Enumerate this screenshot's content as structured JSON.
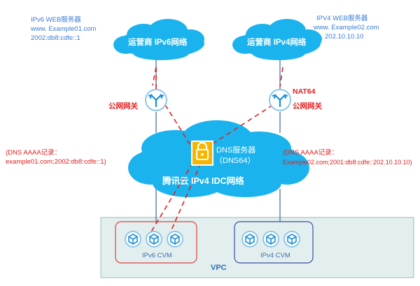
{
  "top_left_server": {
    "title": "IPv6 WEB服务器",
    "domain": "www. Example01.com",
    "address": "2002:db8:cdfe::1"
  },
  "top_right_server": {
    "title": "IPV4 WEB服务器",
    "domain": "www. Example02.com",
    "address": "202.10.10.10"
  },
  "clouds": {
    "ipv6_carrier": "运营商 IPv6网络",
    "ipv4_carrier": "运营商 IPv4网络",
    "idc": "腾讯云 IPv4 IDC网络"
  },
  "gateways": {
    "left_label": "公网网关",
    "right_label": "公网网关",
    "right_extra": "NAT64"
  },
  "dns": {
    "title": "DNS服务器",
    "subtitle": "（DNS64）"
  },
  "annotations": {
    "left_line1": "(DNS AAAA记录：",
    "left_line2": "example01.com;2002:db8:cdfe::1)",
    "right_line1": "(DNS AAAA记录：",
    "right_line2": "Example02.com;2001:db8:cdfe::202.10.10.10)"
  },
  "vpc": {
    "label": "VPC",
    "ipv6_group": "IPv6 CVM",
    "ipv4_group": "IPv4 CVM"
  },
  "colors": {
    "cloud": "#1bb3ee",
    "line": "#4a6fa5",
    "dashed": "#e02020",
    "vpc_fill": "#e3efef",
    "ipv6_box": "#e04040",
    "ipv4_box": "#3a4ea0",
    "icon": "#1a8fd9"
  }
}
